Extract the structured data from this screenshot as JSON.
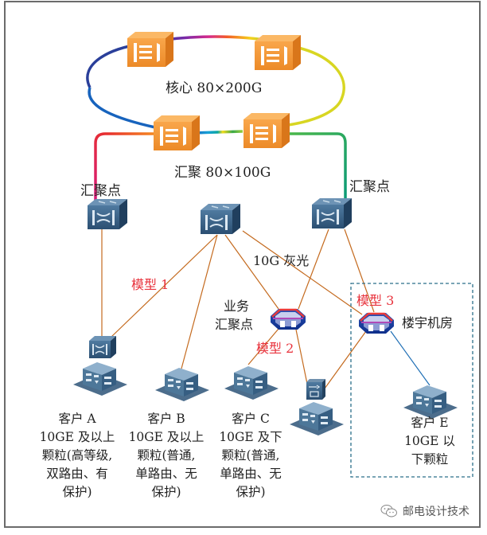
{
  "diagram": {
    "core_ring_label": "核心 80×200G",
    "agg_ring_label": "汇聚 80×100G",
    "agg_point_left": "汇聚点",
    "agg_point_right": "汇聚点",
    "gray_light_label": "10G 灰光",
    "service_agg_label_line1": "业务",
    "service_agg_label_line2": "汇聚点",
    "building_room_label": "楼宇机房",
    "model_1": "模型 1",
    "model_2": "模型 2",
    "model_3": "模型 3",
    "colors": {
      "accent_red": "#e8323c",
      "fiber_orange": "#c46a1e",
      "access_blue": "#1f6fb5",
      "device_orange": "#f0922f",
      "device_navy": "#2d5275",
      "dashed_box": "#2b6f8a"
    }
  },
  "customers": [
    {
      "name": "客户 A",
      "lines": [
        "10GE 及以上",
        "颗粒(高等级,",
        "双路由、有",
        "保护)"
      ]
    },
    {
      "name": "客户 B",
      "lines": [
        "10GE 及以上",
        "颗粒(普通,",
        "单路由、无",
        "保护)"
      ]
    },
    {
      "name": "客户 C",
      "lines": [
        "10GE 及下",
        "颗粒(普通,",
        "单路由、无",
        "保护)"
      ]
    },
    {
      "name": "客户 E",
      "lines": [
        "10GE 以",
        "下颗粒"
      ]
    }
  ],
  "watermark": {
    "icon": "wechat-icon",
    "text": "邮电设计技术"
  }
}
